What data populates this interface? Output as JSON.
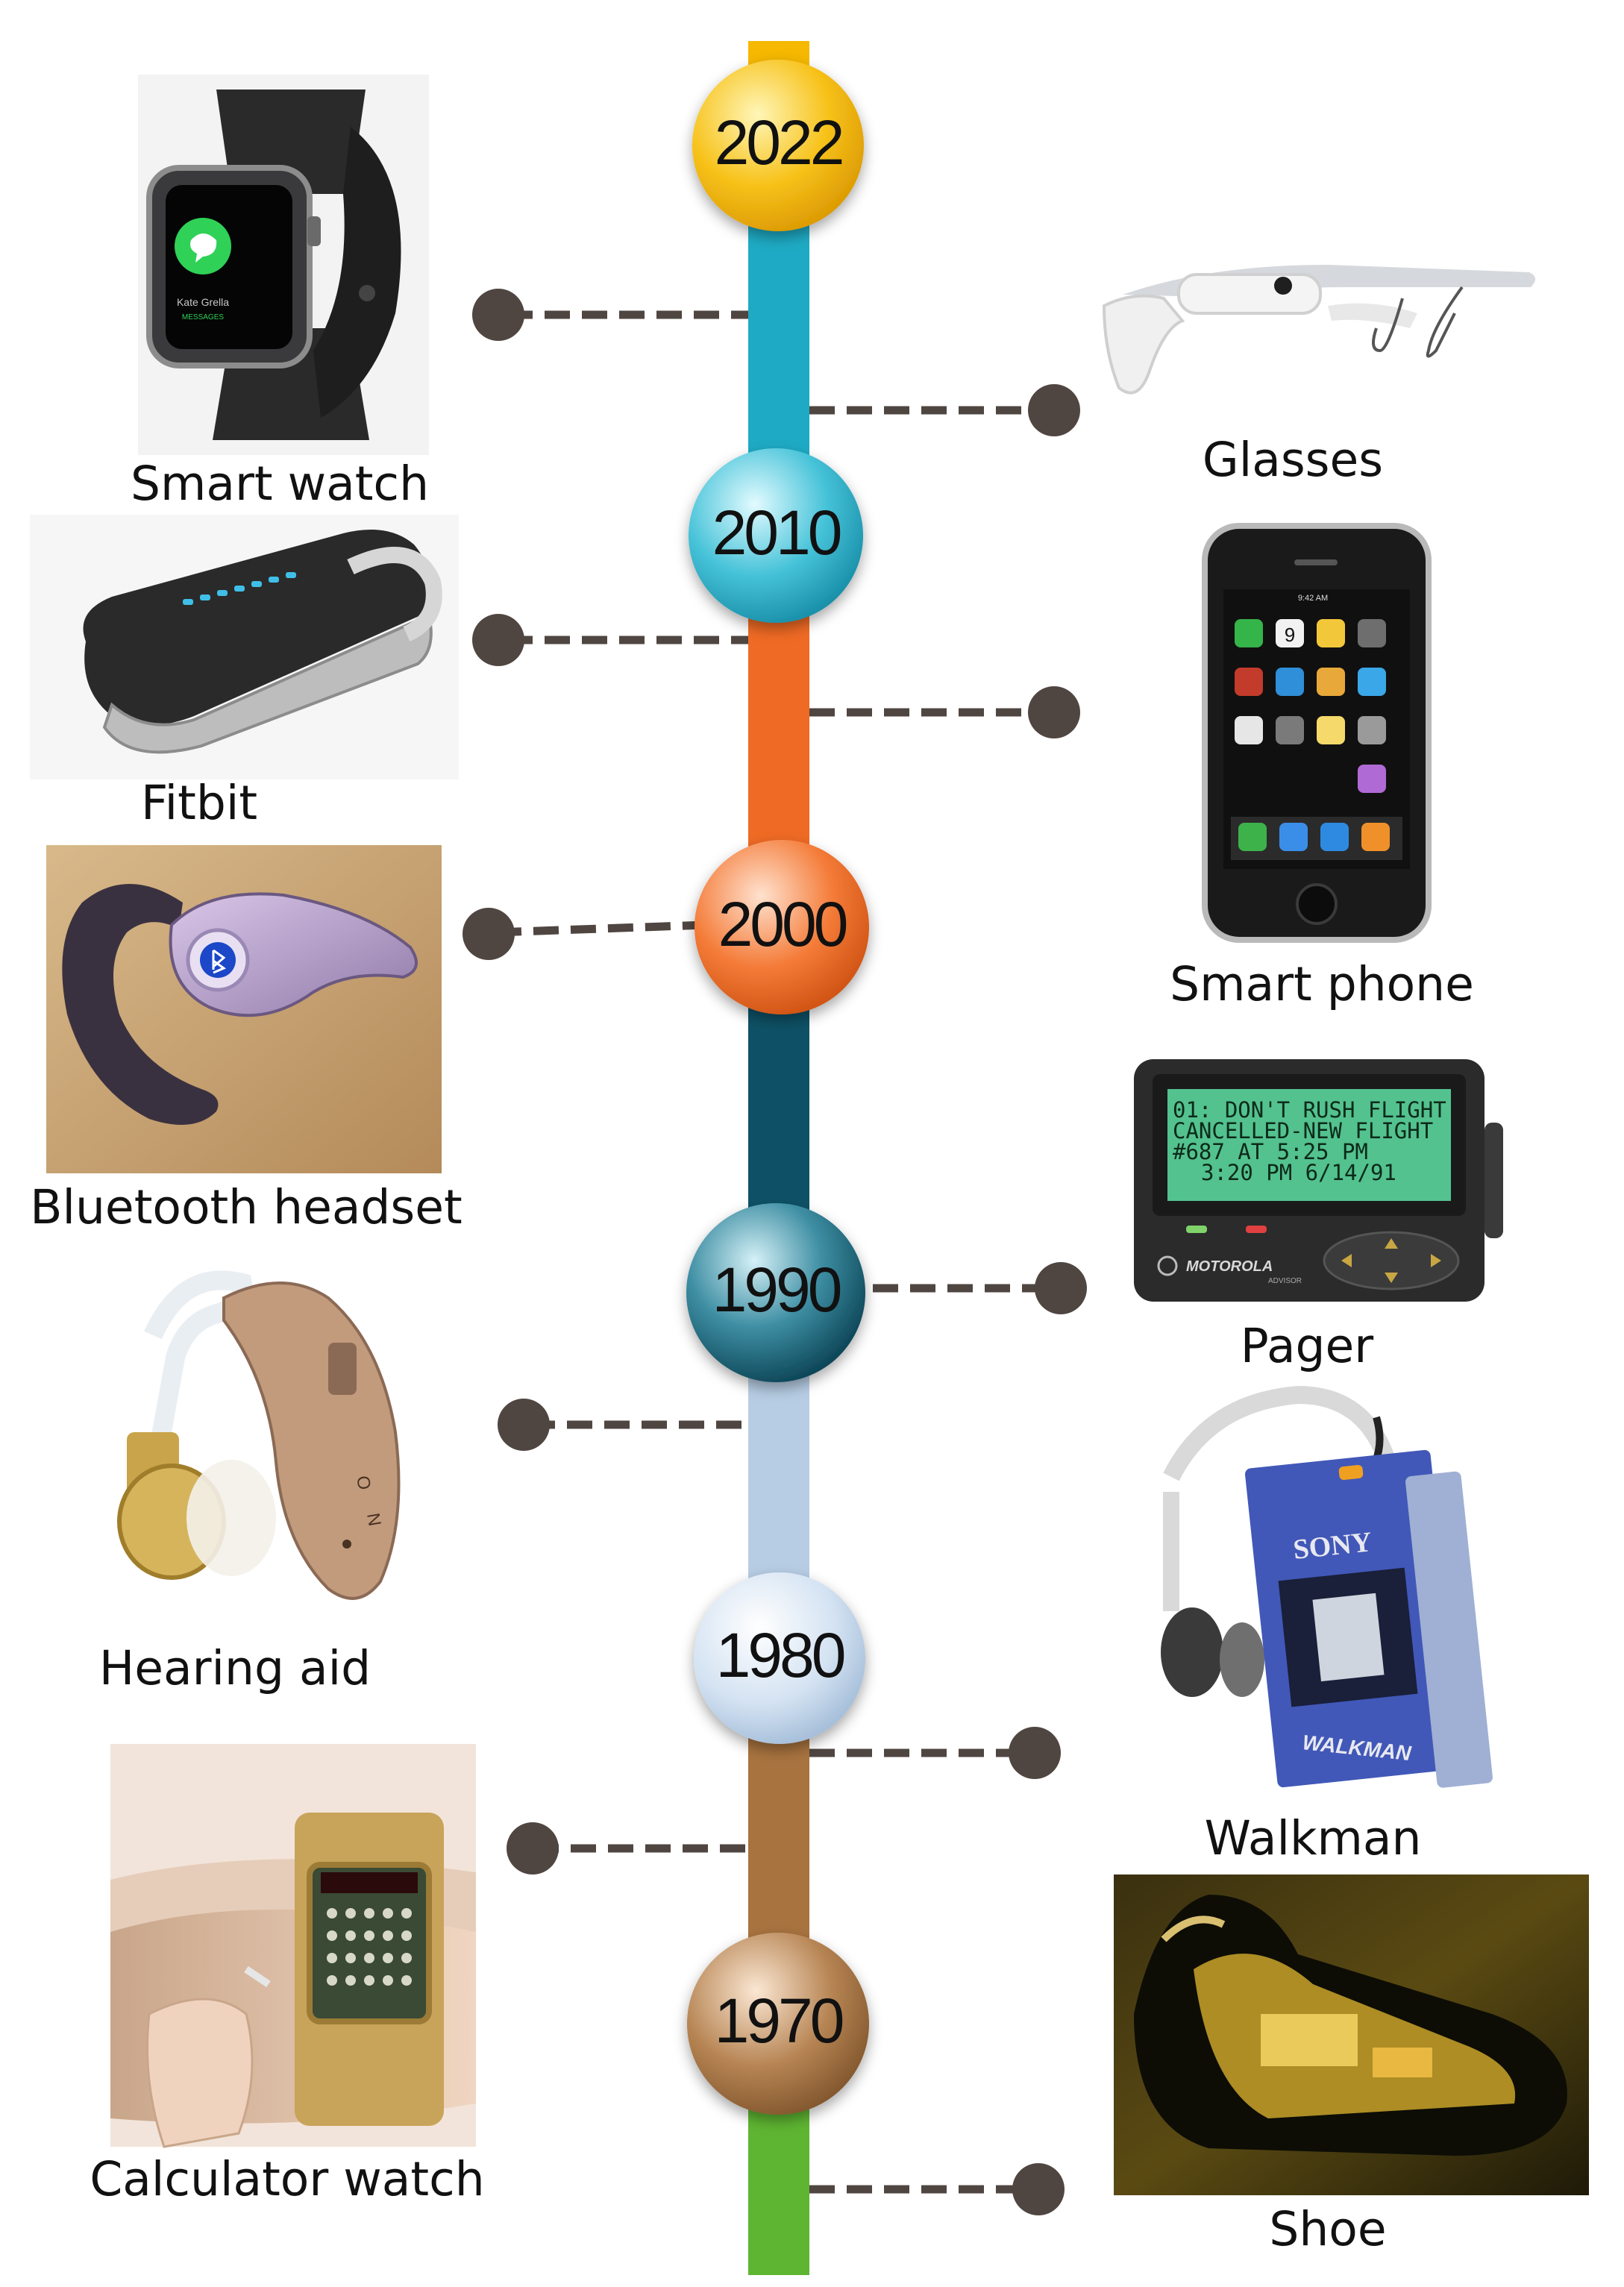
{
  "timeline": {
    "years": [
      {
        "label": "2022",
        "color": "#f6b800",
        "light": "#ffe98a"
      },
      {
        "label": "2010",
        "color": "#1eaac4",
        "light": "#c8f4fb"
      },
      {
        "label": "2000",
        "color": "#ef6a24",
        "light": "#ffd2b5"
      },
      {
        "label": "1990",
        "color": "#0e5166",
        "light": "#9fd2df"
      },
      {
        "label": "1980",
        "color": "#b7cde4",
        "light": "#f2f8ff"
      },
      {
        "label": "1970",
        "color": "#9d6f42",
        "light": "#eed2b5"
      }
    ],
    "segment_colors": [
      "#f6b800",
      "#1eaac4",
      "#ef6a24",
      "#0e5166",
      "#b7cde4",
      "#a8733f",
      "#5eb532"
    ],
    "connector_color": "#4f4541"
  },
  "devices": [
    {
      "id": "smart-watch",
      "label": "Smart watch",
      "side": "left",
      "icon": "smart-watch-icon"
    },
    {
      "id": "glasses",
      "label": "Glasses",
      "side": "right",
      "icon": "glasses-icon"
    },
    {
      "id": "fitbit",
      "label": "Fitbit",
      "side": "left",
      "icon": "fitbit-icon"
    },
    {
      "id": "smart-phone",
      "label": "Smart phone",
      "side": "right",
      "icon": "smart-phone-icon"
    },
    {
      "id": "bluetooth-headset",
      "label": "Bluetooth headset",
      "side": "left",
      "icon": "bluetooth-headset-icon"
    },
    {
      "id": "pager",
      "label": "Pager",
      "side": "right",
      "icon": "pager-icon"
    },
    {
      "id": "hearing-aid",
      "label": "Hearing aid",
      "side": "left",
      "icon": "hearing-aid-icon"
    },
    {
      "id": "walkman",
      "label": "Walkman",
      "side": "right",
      "icon": "walkman-icon"
    },
    {
      "id": "calculator-watch",
      "label": "Calculator watch",
      "side": "left",
      "icon": "calculator-watch-icon"
    },
    {
      "id": "shoe",
      "label": "Shoe",
      "side": "right",
      "icon": "shoe-icon"
    }
  ],
  "printed_text": {
    "watch_screen_name": "Kate Grella",
    "watch_screen_sub": "MESSAGES",
    "phone_time": "9:42 AM",
    "phone_date": "9",
    "pager_lines": [
      "01: DON'T RUSH FLIGHT",
      "CANCELLED-NEW FLIGHT",
      "#687 AT 5:25 PM",
      "3:20 PM    6/14/91"
    ],
    "pager_brand": "MOTOROLA",
    "pager_model": "ADVISOR",
    "walkman_brand": "SONY",
    "walkman_name": "WALKMAN"
  }
}
